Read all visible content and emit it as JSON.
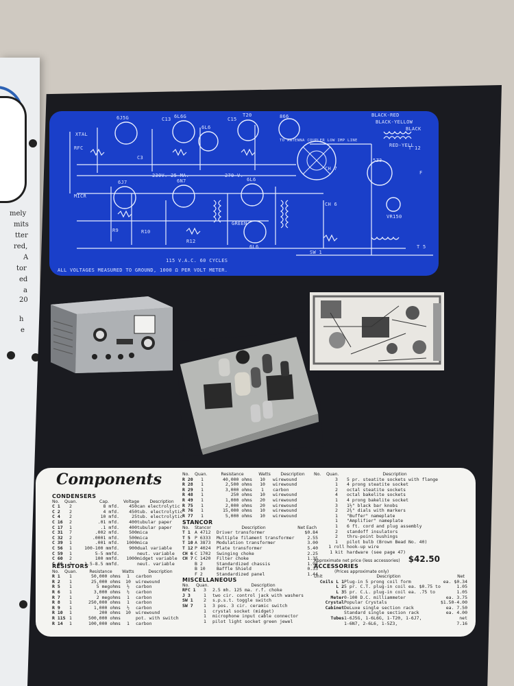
{
  "left_page": {
    "fragments": [
      "mely",
      "mits",
      "tter",
      "red,",
      "A",
      "tor",
      "ed",
      "a",
      "20",
      "h",
      "e"
    ]
  },
  "schematic": {
    "tube_labels": [
      "6J5G",
      "6L6G",
      "6L6",
      "T20",
      "866",
      "6J7",
      "6N7",
      "6L6",
      "6L6",
      "5Z3",
      "VR150"
    ],
    "labels": [
      "XTAL",
      "RFC",
      "MICR",
      "C3",
      "C13",
      "C15",
      "R9",
      "R10",
      "R12",
      "CH 6",
      "CH 7",
      "T 12",
      "T 5",
      "SW 1",
      "F",
      "TO ANTENNA COUPLER LOW IMP LINE",
      "BLACK-RED",
      "BLACK-YELLOW",
      "BLACK",
      "RED-YELL",
      "GREEN"
    ],
    "notes": [
      "230V. 25 MA.",
      "270 V.",
      "115 V.A.C. 60 CYCLES",
      "ALL VOLTAGES MEASURED TO GROUND, 1000 Ω PER VOLT METER."
    ]
  },
  "components": {
    "title": "Components",
    "condensers": {
      "heading": "CONDENSERS",
      "columns": [
        "No.",
        "Quan.",
        "Cap.",
        "Voltage",
        "Description"
      ],
      "rows": [
        [
          "C 1",
          "2",
          "8 mfd.",
          "450",
          "can electrolytic"
        ],
        [
          "C 2",
          "2",
          "4 mfd.",
          "450",
          "tub. electrolytic"
        ],
        [
          "C 4",
          "2",
          "10 mfd.",
          "25",
          "tub. electrolytic"
        ],
        [
          "C 16",
          "2",
          ".01 mfd.",
          "400",
          "tubular paper"
        ],
        [
          "C 17",
          "1",
          ".1 mfd.",
          "400",
          "tubular paper"
        ],
        [
          "C 31",
          "7",
          ".002 mfd.",
          "500",
          "mica"
        ],
        [
          "C 32",
          "2",
          ".0001 mfd.",
          "500",
          "mica"
        ],
        [
          "C 39",
          "1",
          ".001 mfd.",
          "1000",
          "mica"
        ],
        [
          "C 56",
          "1",
          "100-100 mmfd.",
          "900",
          "dual variable"
        ],
        [
          "C 59",
          "1",
          "5-5 mmfd.",
          "",
          "neut. variable"
        ],
        [
          "C 60",
          "2",
          "100 mmfd.",
          "1000",
          "midget variable"
        ],
        [
          "C 66",
          "1",
          "1.5-8.5 mmfd.",
          "",
          "neut. variable"
        ]
      ]
    },
    "resistors": {
      "heading": "RESISTORS",
      "columns": [
        "No.",
        "Quan.",
        "Resistance",
        "Watts",
        "Description"
      ],
      "rows": [
        [
          "R 1",
          "1",
          "50,000 ohms",
          "1",
          "carbon"
        ],
        [
          "R 2",
          "1",
          "25,000 ohms",
          "10",
          "wirewound"
        ],
        [
          "R 5",
          "1",
          "5 megohms",
          "½",
          "carbon"
        ],
        [
          "R 6",
          "1",
          "3,000 ohms",
          "½",
          "carbon"
        ],
        [
          "R 7",
          "1",
          "2 megohms",
          "1",
          "carbon"
        ],
        [
          "R 8",
          "1",
          "250,000 ohms",
          "1",
          "carbon"
        ],
        [
          "R 9",
          "1",
          "1,000 ohms",
          "½",
          "carbon"
        ],
        [
          "R 10",
          "1",
          "200 ohms",
          "10",
          "wirewound"
        ],
        [
          "R 11S",
          "1",
          "500,000 ohms",
          "",
          "pot. with switch"
        ],
        [
          "R 14",
          "1",
          "100,000 ohms",
          "1",
          "carbon"
        ]
      ]
    },
    "resistors2": {
      "columns": [
        "No.",
        "Quan.",
        "Resistance",
        "Watts",
        "Description"
      ],
      "rows": [
        [
          "R 20",
          "1",
          "40,000 ohms",
          "10",
          "wirewound"
        ],
        [
          "R 28",
          "1",
          "2,500 ohms",
          "10",
          "wirewound"
        ],
        [
          "R 29",
          "1",
          "3,000 ohms",
          "1",
          "carbon"
        ],
        [
          "R 48",
          "1",
          "250 ohms",
          "10",
          "wirewound"
        ],
        [
          "R 49",
          "1",
          "1,000 ohms",
          "20",
          "wirewound"
        ],
        [
          "R 75",
          "1",
          "2,000 ohms",
          "20",
          "wirewound"
        ],
        [
          "R 76",
          "1",
          "15,000 ohms",
          "10",
          "wirewound"
        ],
        [
          "R 77",
          "1",
          "5,000 ohms",
          "10",
          "wirewound"
        ]
      ]
    },
    "stancor": {
      "heading": "STANCOR",
      "columns": [
        "No.",
        "Stancor",
        "Description",
        "Net Each"
      ],
      "rows": [
        [
          "T 1",
          "A 4712",
          "Driver transformer",
          "$0.84"
        ],
        [
          "T 5",
          "P 6333",
          "Multiple filament transformer",
          "2.55"
        ],
        [
          "T 10",
          "A 3873",
          "Modulation transformer",
          "3.00"
        ],
        [
          "T 12",
          "P 4024",
          "Plate transformer",
          "5.40"
        ],
        [
          "CH 6",
          "C 1702",
          "Swinging choke",
          "2.25"
        ],
        [
          "CH 7",
          "C 1420",
          "Filter choke",
          "1.35"
        ],
        [
          "",
          "B 2",
          "Standardized chassis",
          "1.95"
        ],
        [
          "",
          "B 10",
          "Baffle Shield",
          "0.33"
        ],
        [
          "",
          "F 2",
          "Standardized panel",
          "1.44"
        ]
      ]
    },
    "misc": {
      "heading": "MISCELLANEOUS",
      "columns": [
        "No.",
        "Quan.",
        "Description"
      ],
      "rows": [
        [
          "RFC 1",
          "3",
          "2.5 mh. 125 ma. r.f. choke"
        ],
        [
          "J 3",
          "1",
          "two cir. control jack with washers"
        ],
        [
          "SW 1",
          "2",
          "s.p.s.t. toggle switch"
        ],
        [
          "SW 7",
          "1",
          "3 pos. 3 cir. ceramic switch"
        ],
        [
          "",
          "1",
          "crystal socket (midget)"
        ],
        [
          "",
          "1",
          "microphone input cable connector"
        ],
        [
          "",
          "1",
          "pilot light socket green jewel"
        ]
      ]
    },
    "hardware": {
      "columns": [
        "No.",
        "Quan.",
        "Description"
      ],
      "rows": [
        [
          "",
          "3",
          "5 pr. steatite sockets with flange"
        ],
        [
          "",
          "1",
          "4 prong steatite socket"
        ],
        [
          "",
          "2",
          "octal steatite sockets"
        ],
        [
          "",
          "4",
          "octal bakelite sockets"
        ],
        [
          "",
          "1",
          "4 prong bakelite socket"
        ],
        [
          "",
          "3",
          "1½\" black bar knobs"
        ],
        [
          "",
          "2",
          "2¾\" dials with markers"
        ],
        [
          "",
          "1",
          "\"Buffer\" nameplate"
        ],
        [
          "",
          "1",
          "\"Amplifier\" nameplate"
        ],
        [
          "",
          "1",
          "6 ft. cord and plug assembly"
        ],
        [
          "",
          "2",
          "standoff insulators"
        ],
        [
          "",
          "2",
          "thru-point bushings"
        ],
        [
          "",
          "1",
          "pilot bulb (Brown Bead No. 40)"
        ],
        [
          "",
          "1 roll",
          "hook-up wire"
        ],
        [
          "",
          "1 kit",
          "hardware (see page 47)"
        ]
      ],
      "net_price_label": "Approximate net price (less accessories)",
      "net_price": "$42.50"
    },
    "accessories": {
      "heading": "ACCESSORIES",
      "subheading": "(Prices approximate only)",
      "columns": [
        "Unit",
        "Description",
        "Net"
      ],
      "rows": [
        [
          "Coils L 1",
          "Plug-in 5 prong coil form",
          "ea. $0.34"
        ],
        [
          "L 2",
          "5 pr. C.T. plug-in coil ea. $0.75 to",
          "1.05"
        ],
        [
          "L 3",
          "5 pr. C.L. plug-in coil ea. .75 to",
          "1.05"
        ],
        [
          "Meter",
          "0-100 D.C. milliammeter",
          "ea. 3.75"
        ],
        [
          "Crystal",
          "Popular Crystals",
          "$1.50-4.00"
        ],
        [
          "Cabinet",
          "DeLuxe single section rack",
          "ea. 7.50"
        ],
        [
          "",
          "Standard single section rack",
          "ea. 4.00"
        ],
        [
          "Tubes",
          "1-6J5G, 1-6L6G, 1-T20, 1-6J7,",
          "net"
        ],
        [
          "",
          "1-6N7, 2-6L6, 1-5Z3,",
          "7.16"
        ]
      ]
    }
  }
}
